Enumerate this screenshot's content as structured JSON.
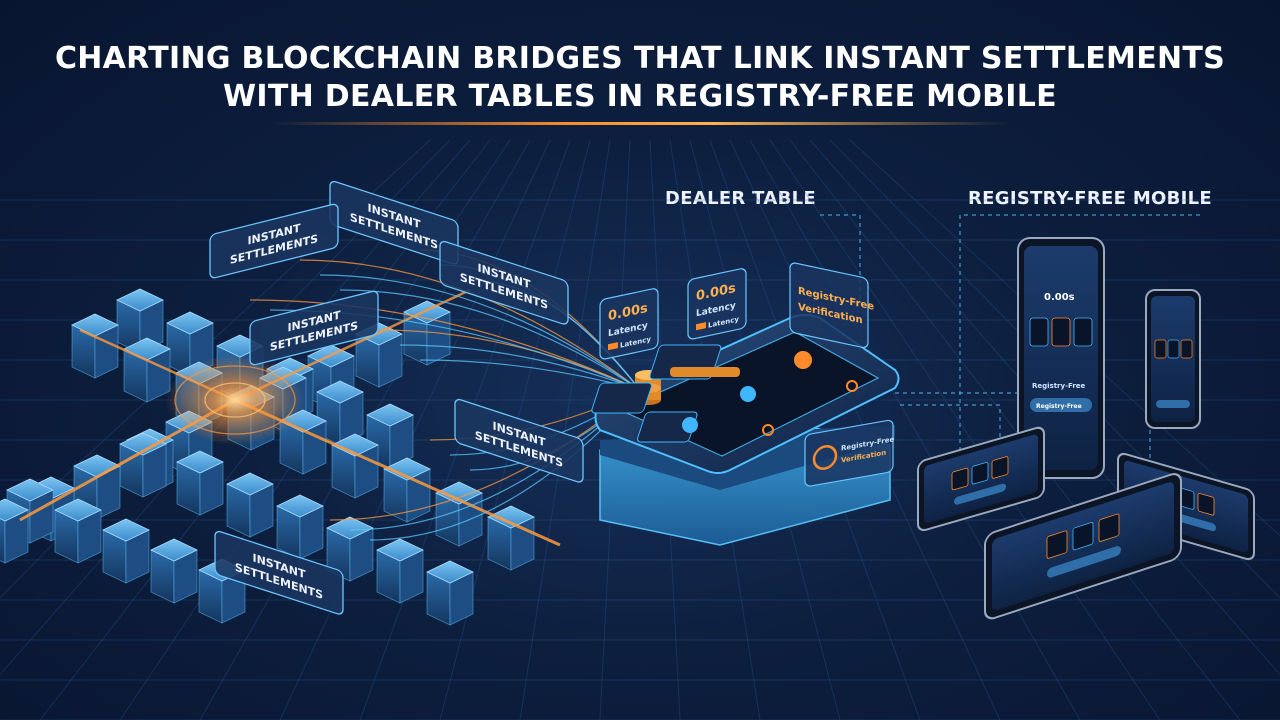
{
  "title": {
    "line1": "CHARTING BLOCKCHAIN BRIDGES THAT LINK INSTANT SETTLEMENTS",
    "line2": "WITH DEALER TABLES IN REGISTRY-FREE MOBILE"
  },
  "sections": {
    "dealer_table": "DEALER TABLE",
    "registry_free_mobile": "REGISTRY-FREE MOBILE"
  },
  "settlement_tags": [
    {
      "line1": "INSTANT",
      "line2": "SETTLEMENTS"
    },
    {
      "line1": "INSTANT",
      "line2": "SETTLEMENTS"
    },
    {
      "line1": "INSTANT",
      "line2": "SETTLEMENTS"
    },
    {
      "line1": "INSTANT",
      "line2": "SETTLEMENTS"
    },
    {
      "line1": "INSTANT",
      "line2": "SETTLEMENTS"
    },
    {
      "line1": "INSTANT",
      "line2": "SETTLEMENTS"
    }
  ],
  "latency_cards": [
    {
      "value": "0.00s",
      "label": "Latency",
      "sub": "Latency"
    },
    {
      "value": "0.00s",
      "label": "Latency",
      "sub": "Latency"
    }
  ],
  "verification_card": {
    "line1": "Registry-Free",
    "line2": "Verification"
  },
  "verification_card_small": {
    "line1": "Registry-Free",
    "line2": "Verification"
  },
  "mobile_screen": {
    "value": "0.00s",
    "caption": "Registry-Free",
    "button": "Registry-Free"
  },
  "colors": {
    "accent_orange": "#ff8a2a",
    "cyan": "#3fb6ff",
    "block_blue": "#3a8fd0",
    "background": "#0d1f3f",
    "panel": "#1e3a66"
  }
}
